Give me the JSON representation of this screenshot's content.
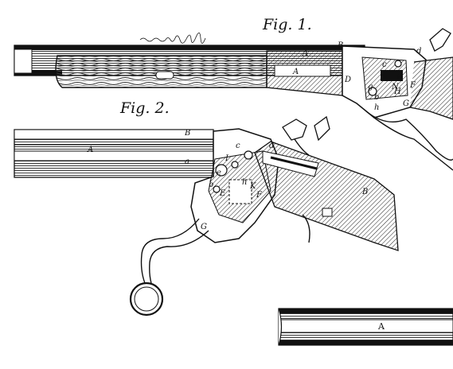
{
  "figures": [
    {
      "title": "Fig. 1.",
      "labels": [
        "B",
        "A",
        "A",
        "d",
        "c",
        "B",
        "g",
        "N",
        "D",
        "b",
        "H",
        "F",
        "G",
        "h"
      ]
    },
    {
      "title": "Fig. 2.",
      "labels": [
        "B",
        "A",
        "a",
        "d",
        "c",
        "I",
        "e",
        "b",
        "E",
        "h",
        "K",
        "F",
        "B",
        "G"
      ]
    }
  ],
  "detail_panel": {
    "label": "A"
  }
}
